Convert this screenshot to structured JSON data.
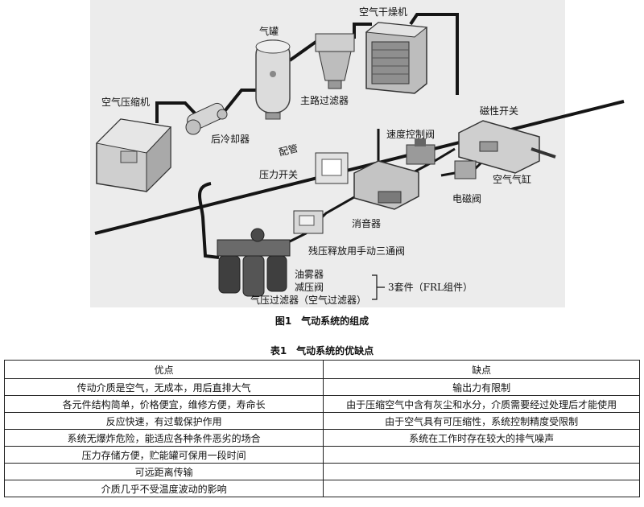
{
  "figure": {
    "labels": {
      "compressor": "空气压缩机",
      "aftercooler": "后冷却器",
      "tank": "气罐",
      "main_filter": "主路过滤器",
      "dryer": "空气干燥机",
      "piping": "配管",
      "pressure_switch": "压力开关",
      "speed_valve": "速度控制阀",
      "magnetic_switch": "磁性开关",
      "cylinder": "空气气缸",
      "solenoid": "电磁阀",
      "silencer": "消音器",
      "three_way": "残压释放用手动三通阀",
      "lubricator": "油雾器",
      "regulator": "减压阀",
      "air_filter": "气压过滤器（空气过滤器）",
      "frl_set": "3套件（FRL组件）"
    },
    "caption": "图1　气动系统的组成"
  },
  "table": {
    "caption": "表1　气动系统的优缺点",
    "headers": [
      "优点",
      "缺点"
    ],
    "rows": [
      [
        "传动介质是空气，无成本，用后直排大气",
        "输出力有限制"
      ],
      [
        "各元件结构简单，价格便宜，维修方便，寿命长",
        "由于压缩空气中含有灰尘和水分，介质需要经过处理后才能使用"
      ],
      [
        "反应快速，有过载保护作用",
        "由于空气具有可压缩性，系统控制精度受限制"
      ],
      [
        "系统无爆炸危险，能适应各种条件恶劣的场合",
        "系统在工作时存在较大的排气噪声"
      ],
      [
        "压力存储方便，贮能罐可保用一段时间",
        ""
      ],
      [
        "可远距离传输",
        ""
      ],
      [
        "介质几乎不受温度波动的影响",
        ""
      ]
    ]
  }
}
